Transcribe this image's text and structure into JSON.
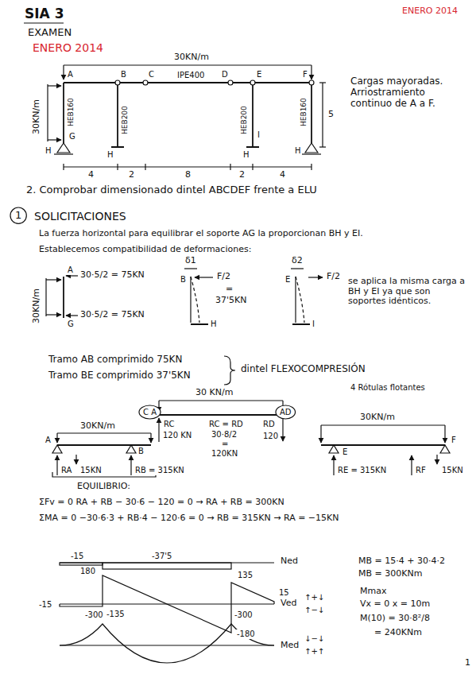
{
  "diagram": {
    "title": "SIA 3",
    "nodes": [
      {
        "text": [
          "1"
        ]
      },
      {
        "text": [
          "C A"
        ]
      },
      {
        "text": [
          "AD"
        ]
      }
    ],
    "labels": [
      "ENERO 2014",
      "EXAMEN",
      "ENERO 2014",
      "30KN/m",
      "30KN/m",
      "A",
      "B",
      "C",
      "IPE400",
      "D",
      "E",
      "F",
      "HEB160",
      "HEB200",
      "HEB200",
      "HEB160",
      "G",
      "H",
      "H",
      "I",
      "H",
      "H",
      "5",
      "Cargas mayoradas. Arriostramiento continuo de A a F.",
      "4",
      "2",
      "8",
      "2",
      "4",
      "2. Comprobar dimensionado dintel ABCDEF frente a ELU",
      "SOLICITACIONES",
      "La fuerza horizontal para equilibrar el soporte AG la proporcionan BH y EI.",
      "Establecemos compatibilidad de deformaciones:",
      "30KN/m",
      "A",
      "G",
      "30·5/2 = 75KN",
      "30·5/2 = 75KN",
      "δ1",
      "B",
      "F/2",
      "=",
      "37'5KN",
      "H",
      "δ2",
      "E",
      "F/2",
      "I",
      "se aplica la misma carga a BH y EI ya que son soportes idénticos.",
      "Tramo AB comprimido 75KN",
      "Tramo BE comprimido 37'5KN",
      "dintel FLEXOCOMPRESIÓN",
      "4 Rótulas flotantes",
      "30 KN/m",
      "RC",
      "120 KN",
      "RC = RD",
      "30·8/2",
      "=",
      "120KN",
      "RD",
      "120",
      "30KN/m",
      "A",
      "B",
      "RA",
      "15KN",
      "RB = 315KN",
      "30KN/m",
      "E",
      "F",
      "RE = 315KN",
      "RF",
      "15KN",
      "EQUILIBRIO:",
      "ΣFv = 0   RA + RB − 30·6 − 120 = 0 → RA + RB = 300KN",
      "ΣMA = 0   −30·6·3 + RB·4 − 120·6 = 0 → RB = 315KN → RA = −15KN",
      "-15",
      "-37'5",
      "Ned",
      "180",
      "15",
      "135",
      "-15",
      "-135",
      "-180",
      "Ved",
      "↑+↓",
      "↑−↓",
      "-300",
      "-300",
      "Med",
      "↓−↓",
      "↑+↑",
      "MB = 15·4 + 30·4·2",
      "MB = 300KNm",
      "Mmax",
      "Vx = 0   x = 10m",
      "M(10) = 30·8²/8",
      "= 240KNm",
      "1"
    ]
  }
}
